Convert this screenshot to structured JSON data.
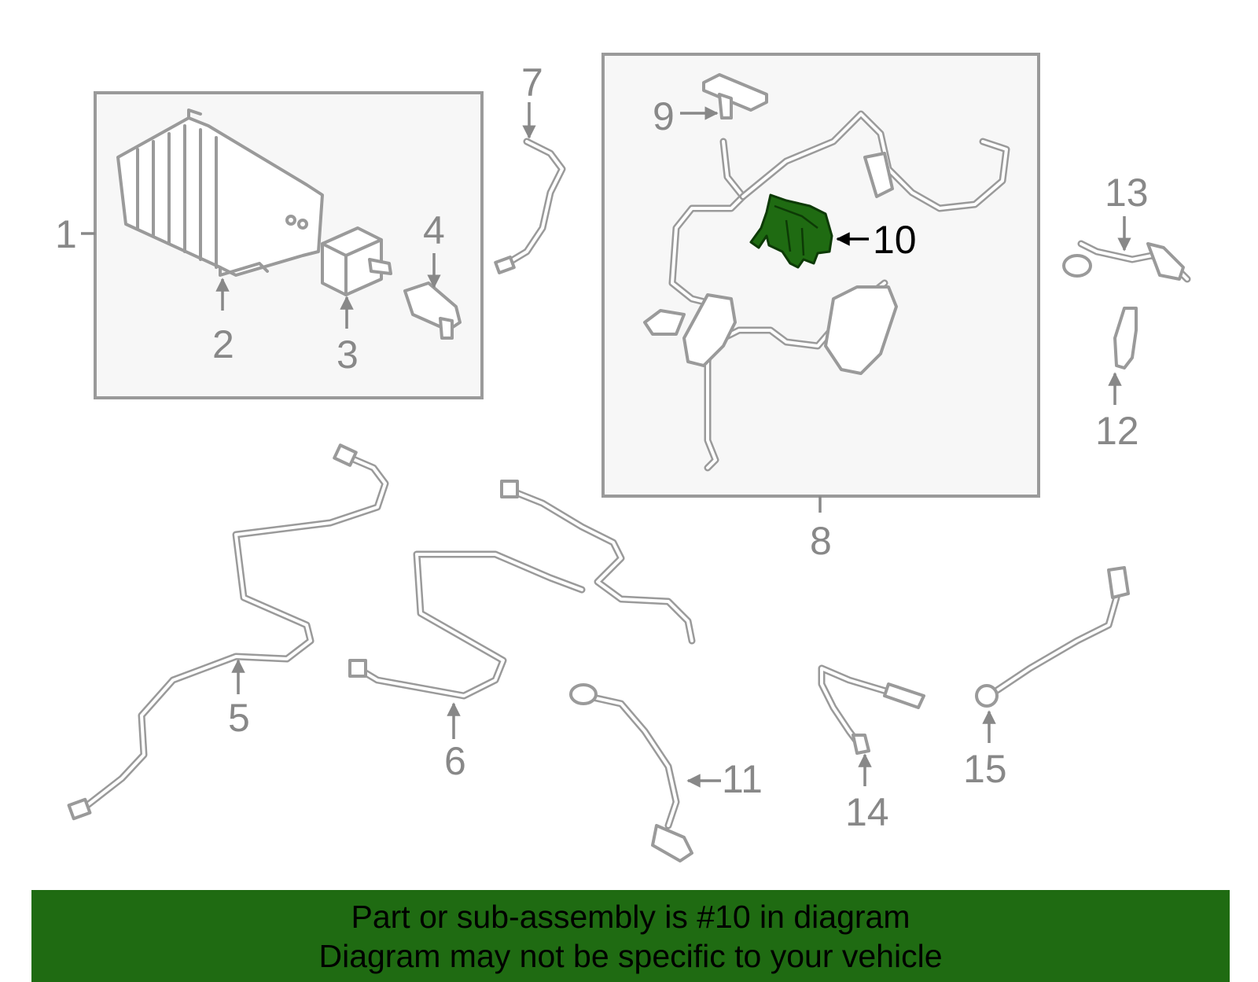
{
  "diagram": {
    "highlight_color": "#1f6b12",
    "parts": [
      {
        "id": "1",
        "label": "1"
      },
      {
        "id": "2",
        "label": "2"
      },
      {
        "id": "3",
        "label": "3"
      },
      {
        "id": "4",
        "label": "4"
      },
      {
        "id": "5",
        "label": "5"
      },
      {
        "id": "6",
        "label": "6"
      },
      {
        "id": "7",
        "label": "7"
      },
      {
        "id": "8",
        "label": "8"
      },
      {
        "id": "9",
        "label": "9"
      },
      {
        "id": "10",
        "label": "10",
        "highlighted": true
      },
      {
        "id": "11",
        "label": "11"
      },
      {
        "id": "12",
        "label": "12"
      },
      {
        "id": "13",
        "label": "13"
      },
      {
        "id": "14",
        "label": "14"
      },
      {
        "id": "15",
        "label": "15"
      }
    ]
  },
  "banner": {
    "line1": "Part or sub-assembly is #10 in diagram",
    "line2": "Diagram may not be specific to your vehicle",
    "background": "#1f6b12"
  }
}
